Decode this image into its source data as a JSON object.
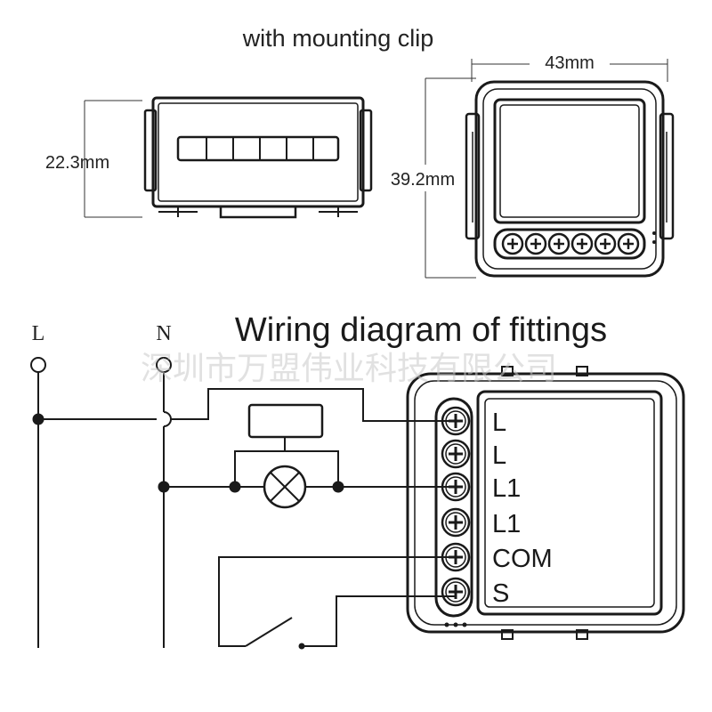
{
  "top": {
    "caption": "with mounting clip",
    "dim_height_side": "22.3mm",
    "dim_width_front": "43mm",
    "dim_height_front": "39.2mm"
  },
  "wiring": {
    "title": "Wiring diagram of fittings",
    "watermark": "深圳市万盟伟业科技有限公司",
    "line_label": "L",
    "neutral_label": "N",
    "terminals": [
      "L",
      "L",
      "L1",
      "L1",
      "COM",
      "S"
    ]
  }
}
